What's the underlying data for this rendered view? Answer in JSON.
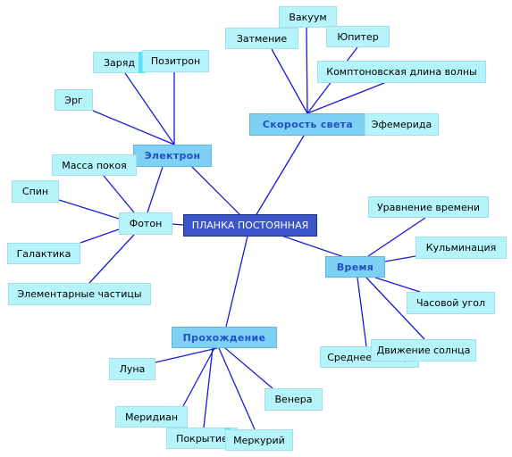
{
  "colors": {
    "edge": "#1a1adc",
    "leaf_fill": "#b6f4fb",
    "hub_fill": "#7fd0f5",
    "hub_text": "#2150c2",
    "center_fill": "#3a55c8",
    "center_text": "#ffffff"
  },
  "center": {
    "label": "ПЛАНКА ПОСТОЯННАЯ"
  },
  "hubs": {
    "speed_of_light": "Скорость света",
    "electron": "Электрон",
    "time": "Время",
    "passage": "Прохождение",
    "photon": "Фотон"
  },
  "leaves": {
    "vacuum": "Вакуум",
    "eclipse": "Затмение",
    "jupiter": "Юпитер",
    "compton": "Комптоновская длина волны",
    "ephemeris": "Эфемерида",
    "charge": "Заряд",
    "positron": "Позитрон",
    "erg": "Эрг",
    "rest_mass": "Масса покоя",
    "spin": "Спин",
    "galaxy": "Галактика",
    "elementary_particles": "Элементарные частицы",
    "equation_of_time": "Уравнение времени",
    "culmination": "Кульминация",
    "hour_angle": "Часовой угол",
    "sun_motion": "Движение солнца",
    "mean_sun": "Среднее солнце",
    "moon": "Луна",
    "venus": "Венера",
    "meridian": "Меридиан",
    "coverage": "Покрытие",
    "mercury": "Меркурий"
  }
}
